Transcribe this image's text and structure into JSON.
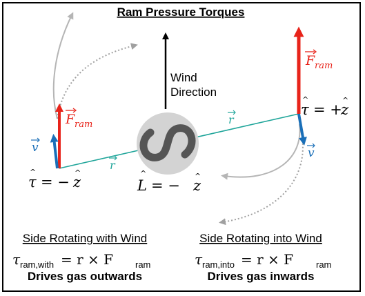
{
  "title": "Ram Pressure Torques",
  "wind_label_line1": "Wind",
  "wind_label_line2": "Direction",
  "center": {
    "L_symbol": "L",
    "L_rhs": "= −",
    "z_symbol": "z"
  },
  "left": {
    "force_symbol": "F",
    "force_sub": "ram",
    "v_symbol": "v",
    "r_symbol": "r",
    "tau_symbol": "τ",
    "tau_rhs": "= −",
    "z_symbol": "z"
  },
  "right": {
    "force_symbol": "F",
    "force_sub": "ram",
    "v_symbol": "v",
    "r_symbol": "r",
    "tau_symbol": "τ",
    "tau_rhs": "= +",
    "z_symbol": "z"
  },
  "caption_left": {
    "heading": "Side Rotating with Wind",
    "eq_tau": "τ",
    "eq_sub": "ram,with",
    "eq_mid": "= r × F",
    "eq_sub2": "ram",
    "effect": "Drives gas outwards"
  },
  "caption_right": {
    "heading": "Side Rotating into Wind",
    "eq_tau": "τ",
    "eq_sub": "ram,into",
    "eq_mid": "= r × F",
    "eq_sub2": "ram",
    "effect": "Drives gas inwards"
  },
  "colors": {
    "force": "#e8231a",
    "velocity": "#1a6fb8",
    "radius": "#1fa59a",
    "galaxy_disk": "#d3d3d3",
    "galaxy_arms": "#555555",
    "trail_solid": "#b5b5b5",
    "trail_dotted": "#a0a0a0"
  }
}
